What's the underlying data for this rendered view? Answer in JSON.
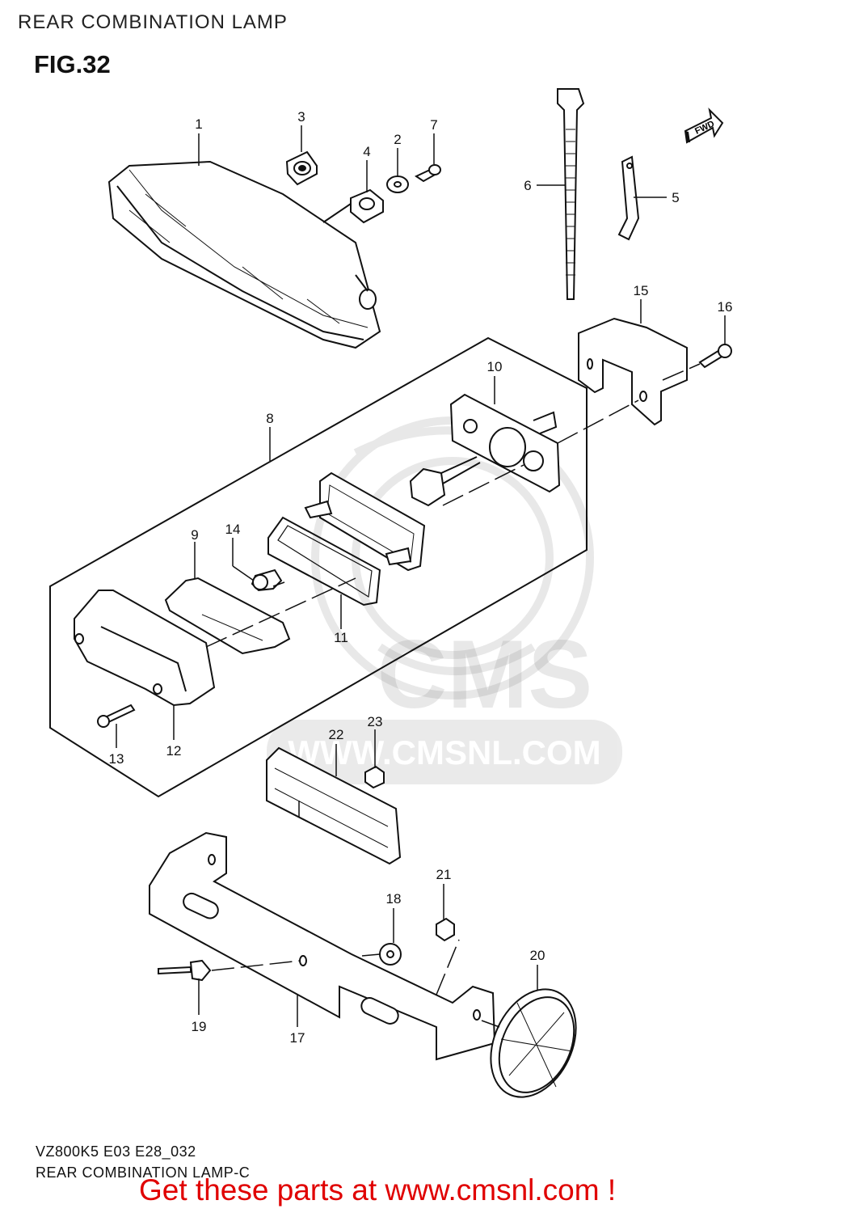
{
  "header": {
    "title": "REAR COMBINATION LAMP",
    "figure": "FIG.32"
  },
  "fwd_badge": "FWD",
  "watermark": {
    "logo_text": "CMS",
    "url_text": "WWW.CMSNL.COM"
  },
  "callouts": [
    "1",
    "2",
    "3",
    "4",
    "5",
    "6",
    "7",
    "8",
    "9",
    "10",
    "11",
    "12",
    "13",
    "14",
    "15",
    "16",
    "17",
    "18",
    "19",
    "20",
    "21",
    "22",
    "23"
  ],
  "footer": {
    "code": "VZ800K5 E03 E28_032",
    "name": "REAR COMBINATION LAMP-C",
    "promo": "Get these parts at www.cmsnl.com !"
  }
}
